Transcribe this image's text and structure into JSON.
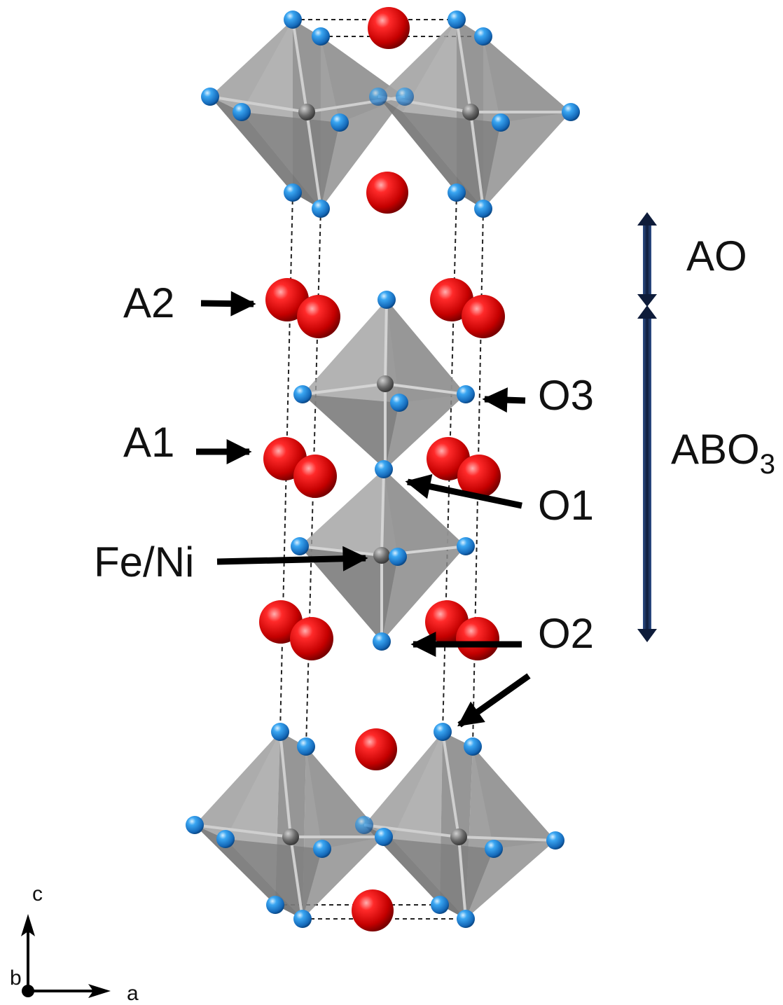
{
  "labels": {
    "a2": "A2",
    "a1": "A1",
    "fe_ni": "Fe/Ni",
    "o3": "O3",
    "o1": "O1",
    "o2": "O2",
    "ao": "AO",
    "abo3_base": "ABO",
    "abo3_sub": "3"
  },
  "axes": {
    "c": "c",
    "a": "a",
    "b": "b"
  },
  "colors": {
    "a_site_atom": "#e00000",
    "oxygen_atom": "#2a93e6",
    "octahedron": "#8a8a8a",
    "layer_bar": "#0e1c3a",
    "arrow": "#000000"
  }
}
